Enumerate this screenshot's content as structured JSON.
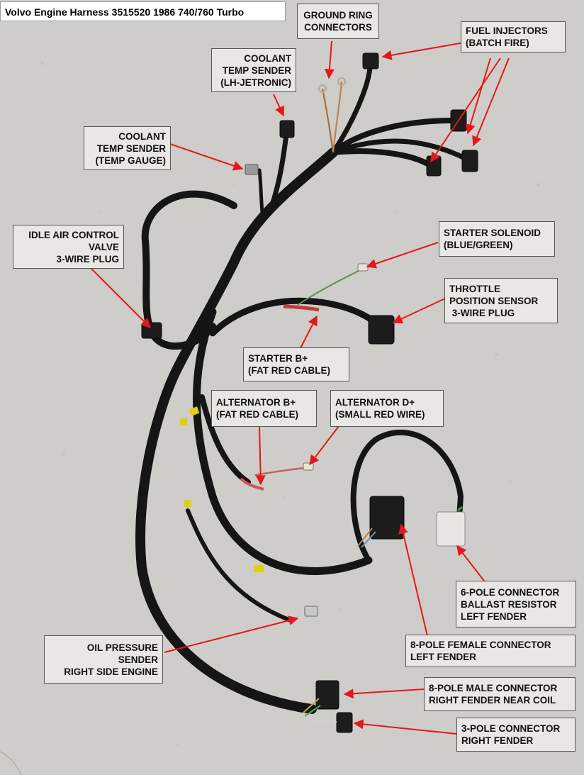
{
  "title": "Volvo Engine Harness 3515520  1986 740/760 Turbo",
  "colors": {
    "arrow": "#e41818",
    "harness": "#151515",
    "background": "#cfcdc9"
  },
  "labels": {
    "ground_ring": [
      "GROUND RING",
      "CONNECTORS"
    ],
    "fuel_injectors": [
      "FUEL INJECTORS",
      "(BATCH FIRE)"
    ],
    "coolant_lh": [
      "COOLANT",
      "TEMP SENDER",
      "(LH-JETRONIC)"
    ],
    "coolant_gauge": [
      "COOLANT",
      "TEMP SENDER",
      "(TEMP GAUGE)"
    ],
    "idle_air": [
      "IDLE AIR CONTROL",
      "VALVE",
      "3-WIRE PLUG"
    ],
    "starter_solenoid": [
      "STARTER SOLENOID",
      "(BLUE/GREEN)"
    ],
    "throttle": [
      "THROTTLE",
      "POSITION SENSOR",
      " 3-WIRE PLUG"
    ],
    "starter_b": [
      "STARTER B+",
      "(FAT RED CABLE)"
    ],
    "alt_b": [
      "ALTERNATOR B+",
      "(FAT RED CABLE)"
    ],
    "alt_d": [
      "ALTERNATOR D+",
      "(SMALL RED WIRE)"
    ],
    "six_pole": [
      "6-POLE CONNECTOR",
      "BALLAST RESISTOR",
      "LEFT FENDER"
    ],
    "eight_female": [
      "8-POLE FEMALE CONNECTOR",
      "LEFT FENDER"
    ],
    "oil_pressure": [
      "OIL PRESSURE",
      "SENDER",
      "RIGHT SIDE ENGINE"
    ],
    "eight_male": [
      "8-POLE MALE CONNECTOR",
      "RIGHT FENDER NEAR COIL"
    ],
    "three_pole": [
      "3-POLE CONNECTOR",
      "RIGHT FENDER"
    ]
  }
}
